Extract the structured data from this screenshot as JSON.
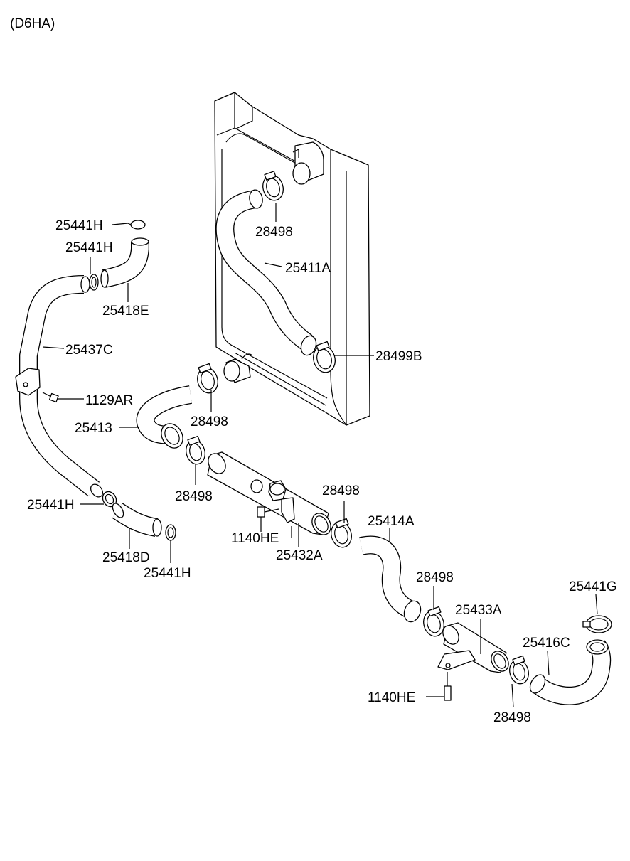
{
  "header": {
    "engine_code": "(D6HA)"
  },
  "parts": {
    "p_25441H_a": "25441H",
    "p_25441H_b": "25441H",
    "p_25418E": "25418E",
    "p_25437C": "25437C",
    "p_1129AR": "1129AR",
    "p_25413": "25413",
    "p_25441H_c": "25441H",
    "p_25418D": "25418D",
    "p_25441H_d": "25441H",
    "p_28498_a": "28498",
    "p_25411A": "25411A",
    "p_28499B": "28499B",
    "p_28498_b": "28498",
    "p_28498_c": "28498",
    "p_1140HE_a": "1140HE",
    "p_25432A": "25432A",
    "p_28498_d": "28498",
    "p_25414A": "25414A",
    "p_28498_e": "28498",
    "p_25433A": "25433A",
    "p_25441G": "25441G",
    "p_25416C": "25416C",
    "p_1140HE_b": "1140HE",
    "p_28498_f": "28498"
  }
}
